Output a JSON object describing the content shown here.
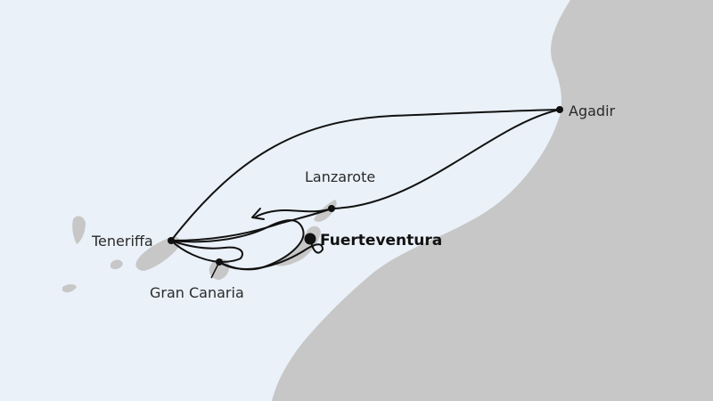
{
  "map": {
    "colors": {
      "sea": "#eaf1f8",
      "land": "#c7c7c7",
      "route": "#111111",
      "port": "#111111",
      "label": "#2a2a2a"
    },
    "ports": {
      "agadir": "Agadir",
      "lanzarote": "Lanzarote",
      "fuerteventura": "Fuerteventura",
      "teneriffa": "Teneriffa",
      "gran_canaria": "Gran Canaria"
    },
    "home_port": "Fuerteventura"
  }
}
